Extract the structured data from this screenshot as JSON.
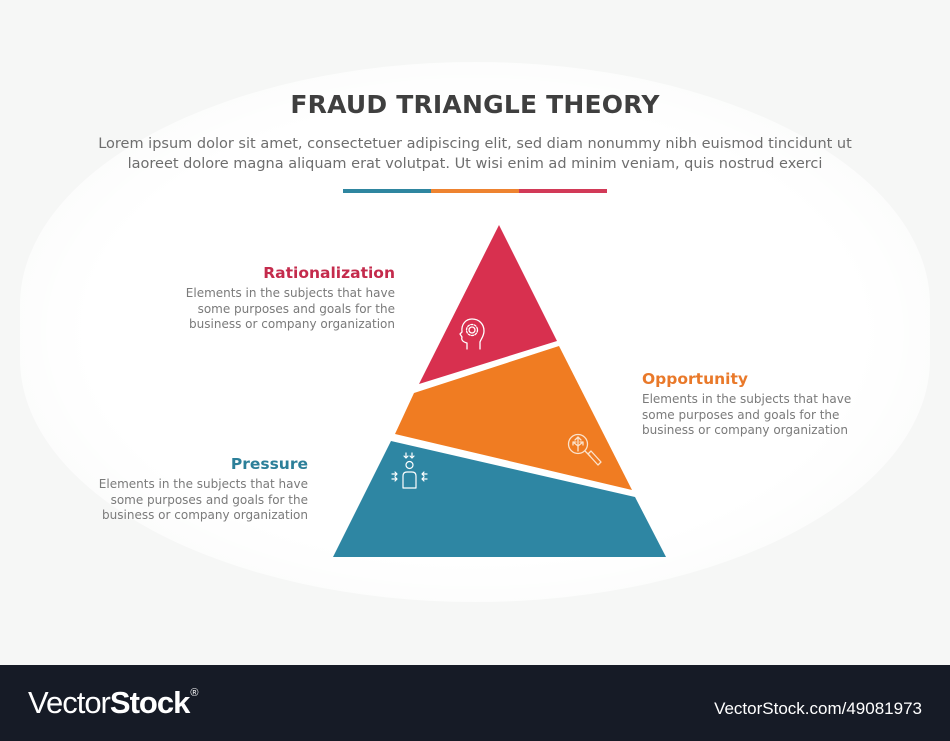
{
  "header": {
    "title": "FRAUD TRIANGLE THEORY",
    "subtitle_line1": "Lorem ipsum dolor sit amet, consectetuer adipiscing elit, sed diam nonummy nibh euismod tincidunt ut",
    "subtitle_line2": "laoreet dolore magna aliquam erat volutpat. Ut wisi enim ad minim veniam, quis nostrud exerci"
  },
  "divider": {
    "colors": [
      "#2f86a0",
      "#ee8330",
      "#d23a58"
    ]
  },
  "colors": {
    "rationalization": "#d8304f",
    "opportunity": "#f07c22",
    "pressure": "#2e86a3",
    "title": "#3f3f3f",
    "text": "#7a7a7a"
  },
  "segments": [
    {
      "id": "rationalization",
      "label": "Rationalization",
      "description_lines": [
        "Elements in the subjects that have",
        "some purposes and goals for the",
        "business or company organization"
      ],
      "icon": "head-gear-icon",
      "color": "#d8304f",
      "label_color": "#c42b4c"
    },
    {
      "id": "opportunity",
      "label": "Opportunity",
      "description_lines": [
        "Elements in the subjects that have",
        "some purposes and goals for the",
        "business or company organization"
      ],
      "icon": "magnifier-arrows-icon",
      "color": "#f07c22",
      "label_color": "#e9792a"
    },
    {
      "id": "pressure",
      "label": "Pressure",
      "description_lines": [
        "Elements in the subjects that have",
        "some purposes and goals for the",
        "business or company organization"
      ],
      "icon": "person-pressure-arrows-icon",
      "color": "#2e86a3",
      "label_color": "#2c7f99"
    }
  ],
  "footer": {
    "brand_light": "Vector",
    "brand_bold": "Stock",
    "brand_mark": "®",
    "image_id": "VectorStock.com/49081973"
  }
}
